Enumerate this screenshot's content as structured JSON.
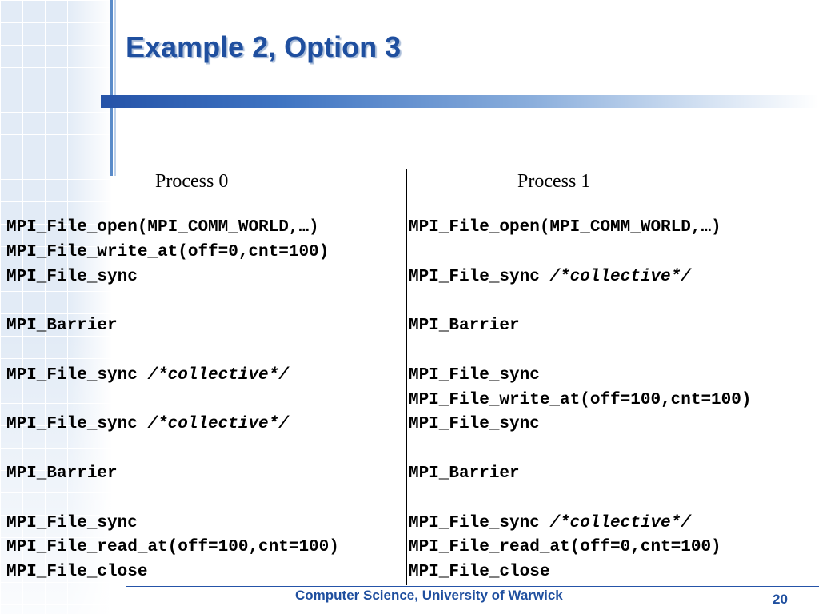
{
  "slide": {
    "title": "Example 2, Option 3",
    "footer": "Computer Science, University of Warwick",
    "page_number": "20"
  },
  "columns": {
    "process0_header": "Process 0",
    "process1_header": "Process 1"
  },
  "process0": [
    {
      "code": "MPI_File_open(MPI_COMM_WORLD,…)",
      "comment": ""
    },
    {
      "code": "MPI_File_write_at(off=0,cnt=100)",
      "comment": ""
    },
    {
      "code": "MPI_File_sync",
      "comment": ""
    },
    {
      "code": "",
      "comment": ""
    },
    {
      "code": "MPI_Barrier",
      "comment": ""
    },
    {
      "code": "",
      "comment": ""
    },
    {
      "code": "MPI_File_sync ",
      "comment": "/*collective*/"
    },
    {
      "code": "",
      "comment": ""
    },
    {
      "code": "MPI_File_sync ",
      "comment": "/*collective*/"
    },
    {
      "code": "",
      "comment": ""
    },
    {
      "code": "MPI_Barrier",
      "comment": ""
    },
    {
      "code": "",
      "comment": ""
    },
    {
      "code": "MPI_File_sync",
      "comment": ""
    },
    {
      "code": "MPI_File_read_at(off=100,cnt=100)",
      "comment": ""
    },
    {
      "code": "MPI_File_close",
      "comment": ""
    }
  ],
  "process1": [
    {
      "code": "MPI_File_open(MPI_COMM_WORLD,…)",
      "comment": ""
    },
    {
      "code": "",
      "comment": ""
    },
    {
      "code": "MPI_File_sync ",
      "comment": "/*collective*/"
    },
    {
      "code": "",
      "comment": ""
    },
    {
      "code": "MPI_Barrier",
      "comment": ""
    },
    {
      "code": "",
      "comment": ""
    },
    {
      "code": "MPI_File_sync",
      "comment": ""
    },
    {
      "code": "MPI_File_write_at(off=100,cnt=100)",
      "comment": ""
    },
    {
      "code": "MPI_File_sync",
      "comment": ""
    },
    {
      "code": "",
      "comment": ""
    },
    {
      "code": "MPI_Barrier",
      "comment": ""
    },
    {
      "code": "",
      "comment": ""
    },
    {
      "code": "MPI_File_sync ",
      "comment": "/*collective*/"
    },
    {
      "code": "MPI_File_read_at(off=0,cnt=100)",
      "comment": ""
    },
    {
      "code": "MPI_File_close",
      "comment": ""
    }
  ],
  "colors": {
    "title": "#1f4f9f",
    "accent_bar": "#2553a8",
    "footer_text": "#1f4f9f"
  }
}
